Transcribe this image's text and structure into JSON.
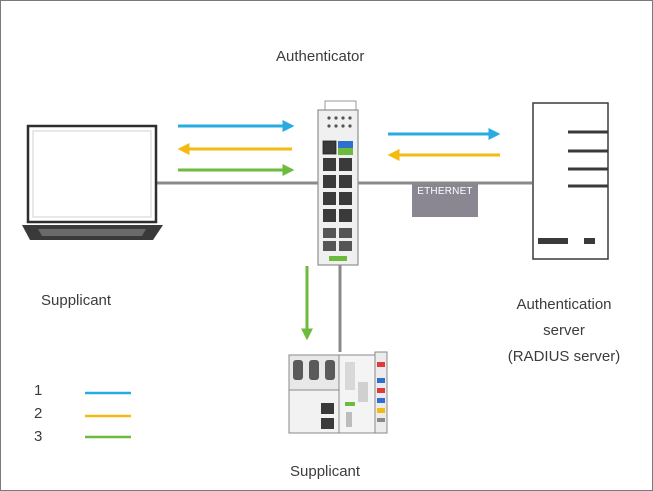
{
  "nodes": {
    "authenticator": {
      "label": "Authenticator"
    },
    "supplicant_laptop": {
      "label": "Supplicant"
    },
    "auth_server": {
      "label_lines": [
        "Authentication",
        "server",
        "(RADIUS server)"
      ]
    },
    "supplicant_plc": {
      "label": "Supplicant"
    }
  },
  "connection": {
    "ethernet_label": "ETHERNET"
  },
  "legend": [
    {
      "number": "1",
      "color": "#29abe2"
    },
    {
      "number": "2",
      "color": "#f6b90f"
    },
    {
      "number": "3",
      "color": "#6cbb3c"
    }
  ],
  "colors": {
    "step1": "#29abe2",
    "step2": "#f6b90f",
    "step3": "#6cbb3c",
    "cable": "#8a8a8a"
  }
}
